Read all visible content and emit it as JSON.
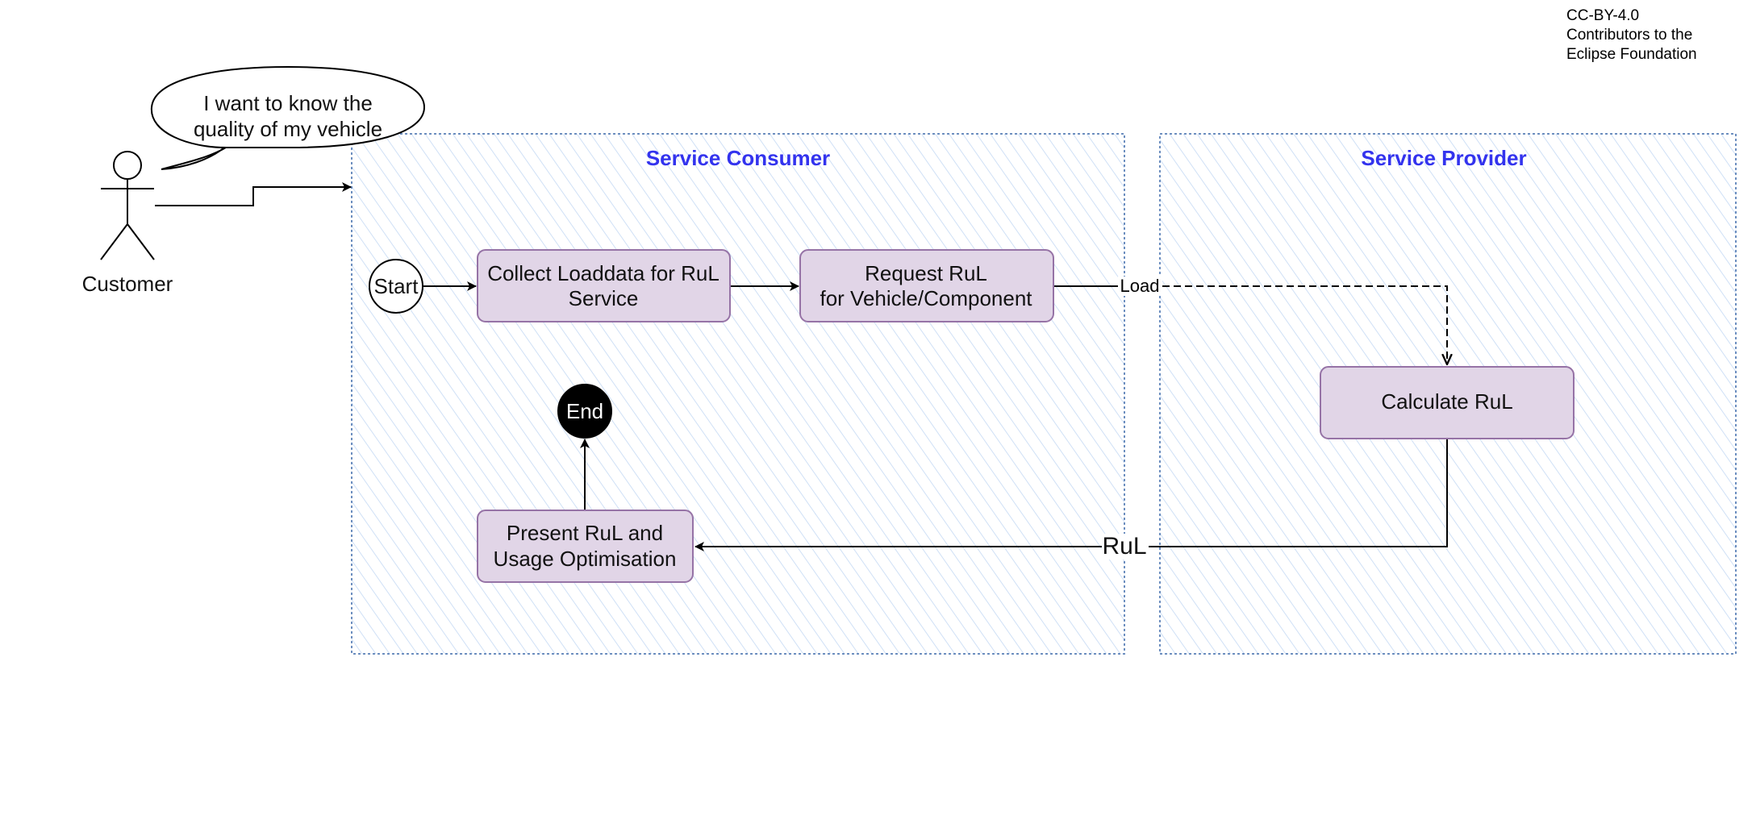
{
  "license": {
    "lines": [
      "CC-BY-4.0",
      "Contributors to the",
      "Eclipse Foundation"
    ]
  },
  "actor": {
    "label": "Customer"
  },
  "speech_bubble": {
    "lines": [
      "I want to know the",
      "quality of my vehicle"
    ]
  },
  "lanes": {
    "consumer": {
      "title": "Service Consumer"
    },
    "provider": {
      "title": "Service Provider"
    }
  },
  "nodes": {
    "start": {
      "label": "Start"
    },
    "end": {
      "label": "End"
    },
    "collect": {
      "lines": [
        "Collect Loaddata for RuL",
        "Service"
      ]
    },
    "request": {
      "lines": [
        "Request RuL",
        "for Vehicle/Component"
      ]
    },
    "calculate": {
      "lines": [
        "Calculate RuL"
      ]
    },
    "present": {
      "lines": [
        "Present RuL and",
        "Usage Optimisation"
      ]
    }
  },
  "edges": {
    "load_label": "Load",
    "rul_label": "RuL"
  },
  "colors": {
    "lane_border": "#6c8ebf",
    "lane_hatch": "#dae8fc",
    "lane_title": "#3333ee",
    "box_fill": "#e1d5e7",
    "box_border": "#9673a6",
    "end_fill": "#000000"
  }
}
